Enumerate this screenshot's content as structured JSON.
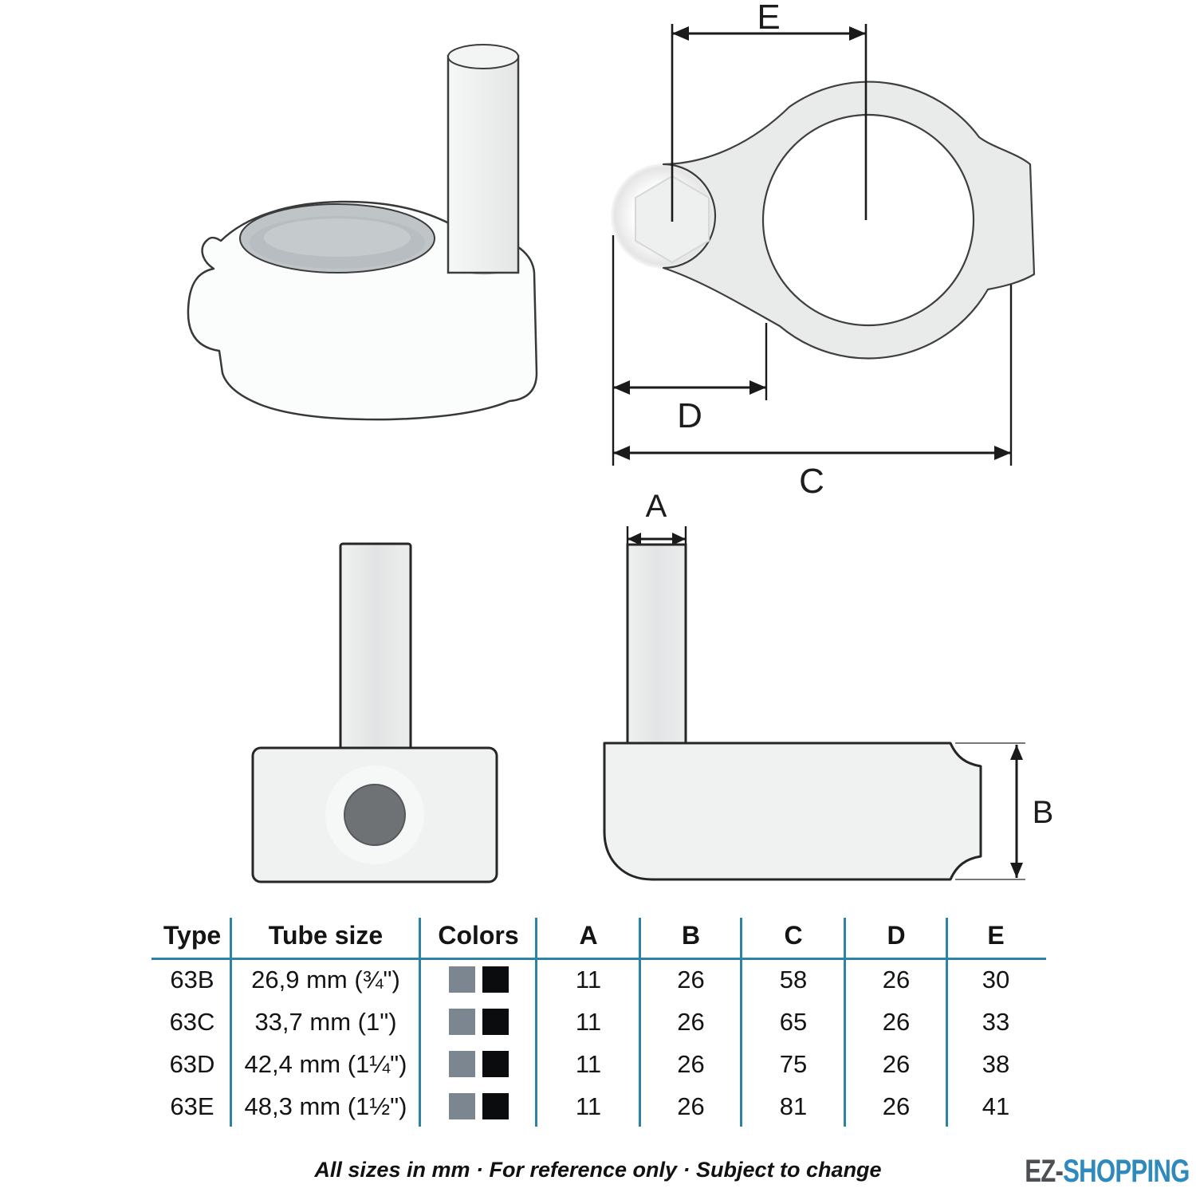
{
  "dims": {
    "a": "A",
    "b": "B",
    "c": "C",
    "d": "D",
    "e": "E"
  },
  "table": {
    "headers": [
      "Type",
      "Tube size",
      "Colors",
      "A",
      "B",
      "C",
      "D",
      "E"
    ],
    "line_color": "#2B84A6",
    "rows": [
      {
        "type": "63B",
        "tube_size": "26,9 mm (¾\")",
        "colors": [
          "#7B8690",
          "#0A0C0D"
        ],
        "A": "11",
        "B": "26",
        "C": "58",
        "D": "26",
        "E": "30"
      },
      {
        "type": "63C",
        "tube_size": "33,7 mm (1\")",
        "colors": [
          "#7B8690",
          "#0A0C0D"
        ],
        "A": "11",
        "B": "26",
        "C": "65",
        "D": "26",
        "E": "33"
      },
      {
        "type": "63D",
        "tube_size": "42,4 mm (1¼\")",
        "colors": [
          "#7B8690",
          "#0A0C0D"
        ],
        "A": "11",
        "B": "26",
        "C": "75",
        "D": "26",
        "E": "38"
      },
      {
        "type": "63E",
        "tube_size": "48,3 mm (1½\")",
        "colors": [
          "#7B8690",
          "#0A0C0D"
        ],
        "A": "11",
        "B": "26",
        "C": "81",
        "D": "26",
        "E": "41"
      }
    ]
  },
  "footer": {
    "note": "All sizes in mm · For reference only · Subject to change"
  },
  "logo": {
    "prefix": "EZ-",
    "suffix": "SHOPPING",
    "prefix_color": "#4C4F54",
    "suffix_color": "#2E8ABD"
  }
}
